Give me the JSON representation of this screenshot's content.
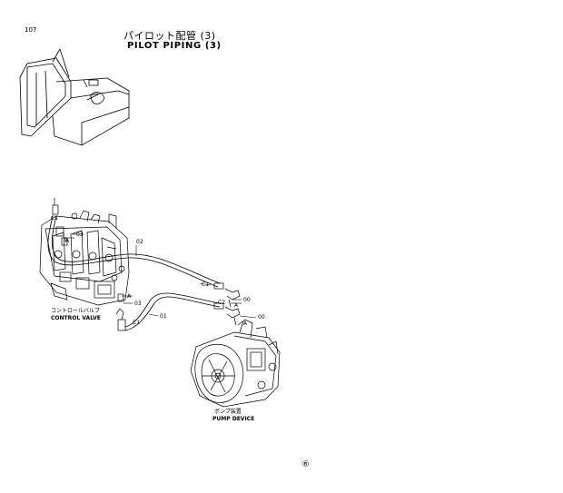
{
  "page_number": "107",
  "title_jp": "パイロット配管 (3)",
  "title_en": "PILOT PIPING (3)",
  "components": {
    "control_valve_jp": "コントロールバルブ",
    "control_valve_en": "CONTROL VALVE",
    "pump_device_jp": "ポンプ装置",
    "pump_device_en": "PUMP DEVICE"
  },
  "callouts": {
    "c01": "C1",
    "c02": "C2",
    "p03a": "03",
    "p02": "02",
    "p00a": "00",
    "p00b": "00",
    "p03b": "03",
    "p01": "01",
    "a1": "A",
    "a2": "A",
    "a3": "A",
    "a4": "A",
    "c1b": "C1",
    "c1c": "C1",
    "c2b": "C2"
  },
  "registered_mark": "®"
}
